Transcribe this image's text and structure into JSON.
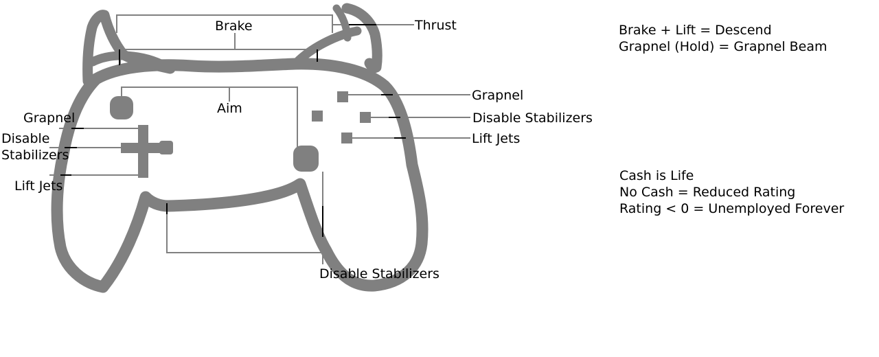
{
  "labels": {
    "brake": "Brake",
    "thrust": "Thrust",
    "aim": "Aim",
    "grapnel_right": "Grapnel",
    "disable_stabilizers_right": "Disable Stabilizers",
    "lift_jets_right": "Lift Jets",
    "grapnel_left": "Grapnel",
    "disable_stabilizers_left_1": "Disable",
    "disable_stabilizers_left_2": "Stabilizers",
    "lift_jets_left": "Lift Jets",
    "disable_stabilizers_bottom": "Disable Stabilizers"
  },
  "notes": {
    "combo_1": "Brake + Lift = Descend",
    "combo_2": "Grapnel (Hold) = Grapnel Beam",
    "rule_1": "Cash is Life",
    "rule_2": "No Cash = Reduced Rating",
    "rule_3": "Rating < 0 = Unemployed Forever"
  },
  "colors": {
    "controller_stroke": "#808080",
    "callout_line": "#808080",
    "text": "#000000",
    "background": "#ffffff"
  }
}
